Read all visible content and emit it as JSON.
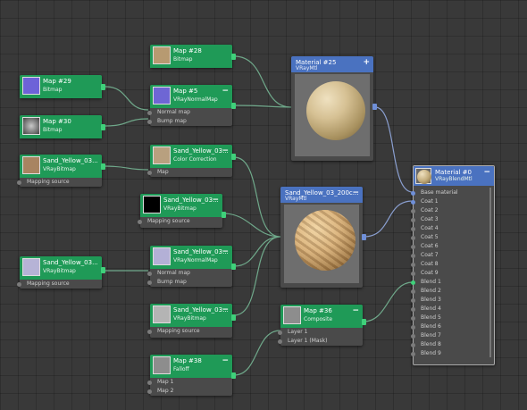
{
  "nodes": {
    "map28": {
      "title": "Map #28",
      "subtitle": "Bitmap",
      "thumb_color": "#b79a71"
    },
    "map29": {
      "title": "Map #29",
      "subtitle": "Bitmap",
      "thumb_color": "#6d62d8"
    },
    "map5": {
      "title": "Map #5",
      "subtitle": "VRayNormalMap",
      "thumb_color": "#6e66d4",
      "inputs": [
        "Normal map",
        "Bump map"
      ]
    },
    "map30": {
      "title": "Map #30",
      "subtitle": "Bitmap",
      "thumb_color": "#8a8a8a"
    },
    "sand_cc_src": {
      "title": "Sand_Yellow_03...",
      "subtitle": "VRayBitmap",
      "thumb_color": "#a88461",
      "inputs": [
        "Mapping source"
      ]
    },
    "sand_cc": {
      "title": "Sand_Yellow_03...",
      "subtitle": "Color Correction",
      "thumb_color": "#b8a07f",
      "inputs": [
        "Map"
      ]
    },
    "sand_black": {
      "title": "Sand_Yellow_03...",
      "subtitle": "VRayBitmap",
      "thumb_color": "#000000",
      "inputs": [
        "Mapping source"
      ]
    },
    "sand_normal_src": {
      "title": "Sand_Yellow_03...",
      "subtitle": "VRayBitmap",
      "thumb_color": "#b6b3d6",
      "inputs": [
        "Mapping source"
      ]
    },
    "sand_normal": {
      "title": "Sand_Yellow_03...",
      "subtitle": "VRayNormalMap",
      "thumb_color": "#b3b0d6",
      "inputs": [
        "Normal map",
        "Bump map"
      ]
    },
    "sand_gray": {
      "title": "Sand_Yellow_03...",
      "subtitle": "VRayBitmap",
      "thumb_color": "#b4b4b4",
      "inputs": [
        "Mapping source"
      ]
    },
    "map38": {
      "title": "Map #38",
      "subtitle": "Falloff",
      "thumb_color": "#8d8d8d",
      "inputs": [
        "Map 1",
        "Map 2"
      ]
    },
    "map36": {
      "title": "Map #36",
      "subtitle": "Composite",
      "thumb_color": "#8d8d8d",
      "inputs": [
        "Layer 1",
        "Layer 1 (Mask)"
      ]
    },
    "material25": {
      "title": "Material #25",
      "subtitle": "VRayMtl"
    },
    "sand_mtl": {
      "title": "Sand_Yellow_03_200c...",
      "subtitle": "VRayMtl"
    },
    "material0": {
      "title": "Material #0",
      "subtitle": "VRayBlendMtl",
      "inputs": [
        "Base material",
        "Coat 1",
        "Coat 2",
        "Coat 3",
        "Coat 4",
        "Coat 5",
        "Coat 6",
        "Coat 7",
        "Coat 8",
        "Coat 9",
        "Blend 1",
        "Blend 2",
        "Blend 3",
        "Blend 4",
        "Blend 5",
        "Blend 6",
        "Blend 7",
        "Blend 8",
        "Blend 9"
      ]
    }
  },
  "collapse_glyph": "−",
  "add_glyph": "+",
  "colors": {
    "map_header": "#1f9a57",
    "material_header": "#4a72c0",
    "wire_green": "#3fd07a",
    "wire_blue": "#6f8fd8"
  }
}
